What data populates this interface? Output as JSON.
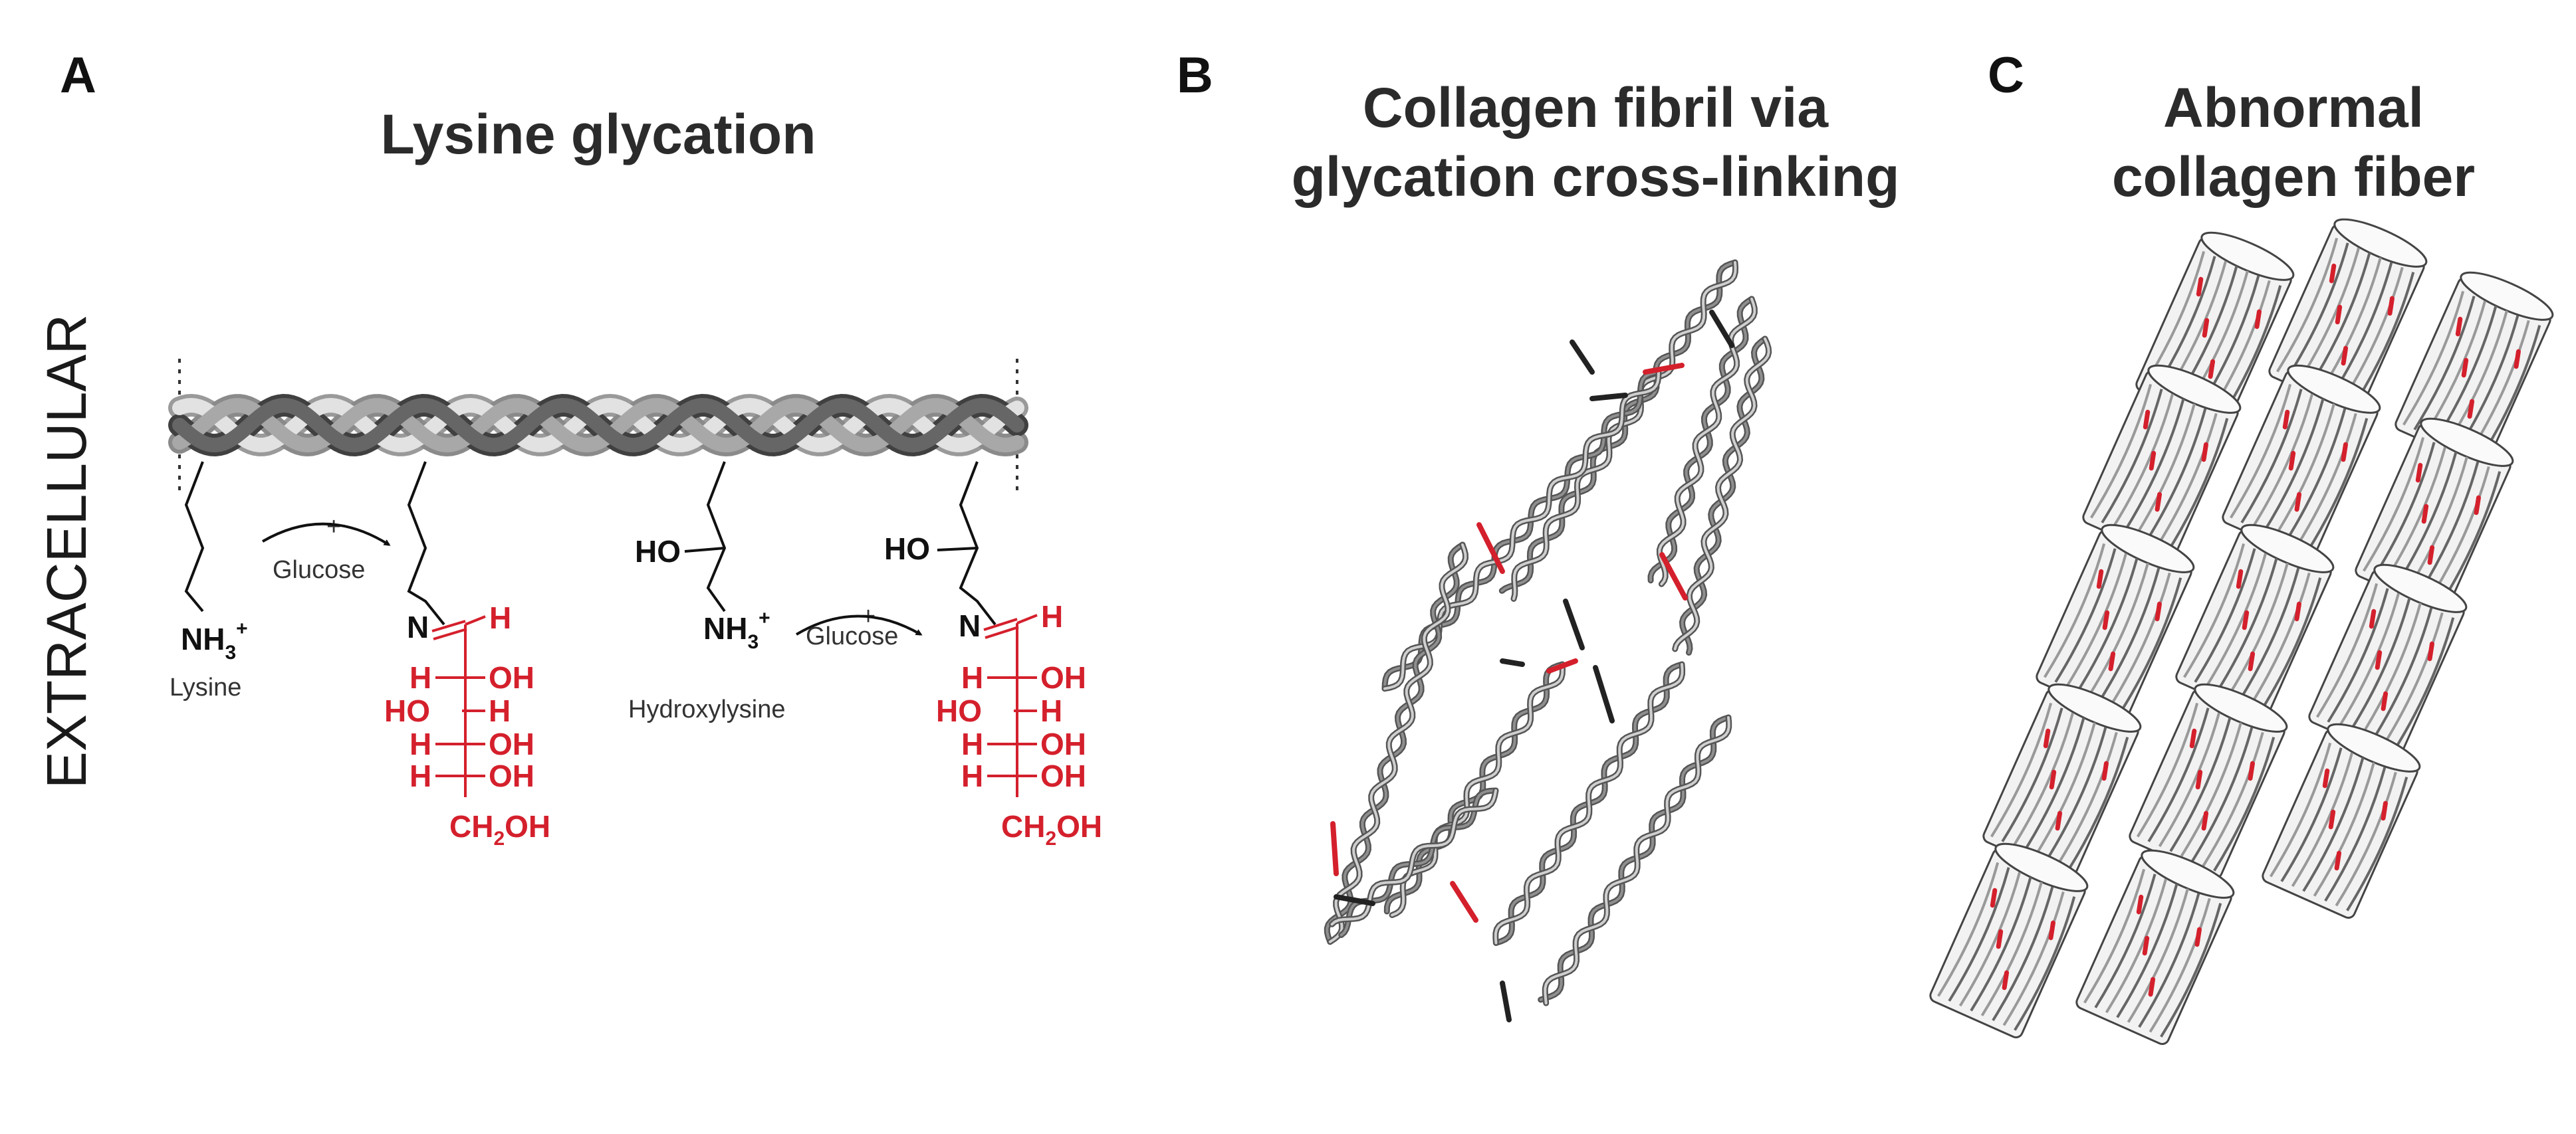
{
  "panels": [
    {
      "letter": "A",
      "title": "Lysine glycation"
    },
    {
      "letter": "B",
      "title_lines": [
        "Collagen fibril via",
        "glycation cross-linking"
      ]
    },
    {
      "letter": "C",
      "title_lines": [
        "Abnormal",
        "collagen fiber"
      ]
    }
  ],
  "side_label": "EXTRACELLULAR",
  "chem": {
    "plus": "+",
    "glucose": "Glucose",
    "lysine": "Lysine",
    "hydroxylysine": "Hydroxylysine",
    "ho": "HO",
    "nh3_main": "NH",
    "nh3_sub": "3",
    "nh3_sup": "+",
    "n": "N",
    "h": "H",
    "oh": "OH",
    "ch2oh_pre": "CH",
    "ch2oh_sub": "2",
    "ch2oh_post": "OH"
  },
  "colors": {
    "glycation_red": "#d4202c",
    "helix_dark": "#595959",
    "helix_mid": "#8a8a8a",
    "helix_light": "#dcdcdc"
  }
}
